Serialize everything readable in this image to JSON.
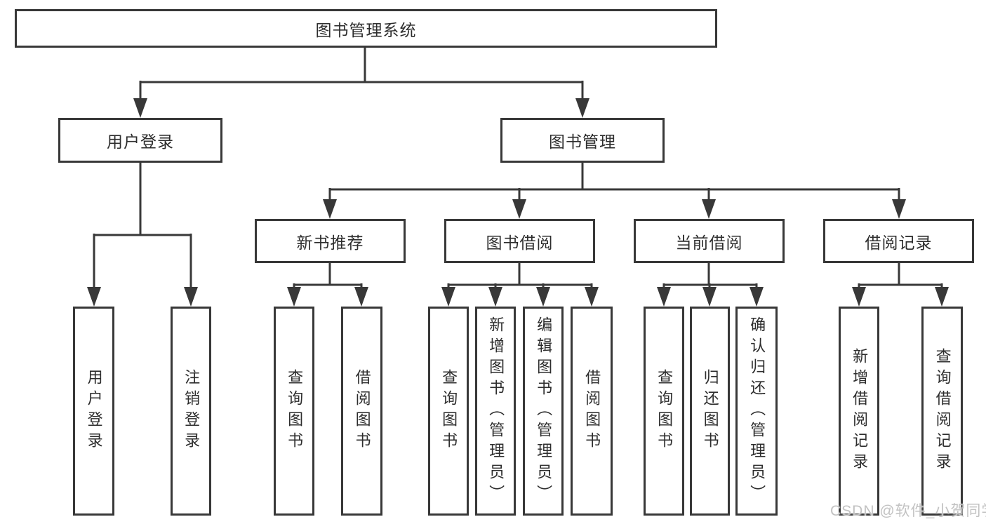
{
  "tree": {
    "label": "图书管理系统",
    "children": [
      {
        "label": "用户登录",
        "children": [
          {
            "label": "用户登录"
          },
          {
            "label": "注销登录"
          }
        ]
      },
      {
        "label": "图书管理",
        "children": [
          {
            "label": "新书推荐",
            "children": [
              {
                "label": "查询图书"
              },
              {
                "label": "借阅图书"
              }
            ]
          },
          {
            "label": "图书借阅",
            "children": [
              {
                "label": "查询图书"
              },
              {
                "label": "新增图书（管理员）"
              },
              {
                "label": "编辑图书（管理员）"
              },
              {
                "label": "借阅图书"
              }
            ]
          },
          {
            "label": "当前借阅",
            "children": [
              {
                "label": "查询图书"
              },
              {
                "label": "归还图书"
              },
              {
                "label": "确认归还（管理员）"
              }
            ]
          },
          {
            "label": "借阅记录",
            "children": [
              {
                "label": "新增借阅记录"
              },
              {
                "label": "查询借阅记录"
              }
            ]
          }
        ]
      }
    ]
  },
  "watermark": {
    "text": "CSDN @软件_小贺同学"
  },
  "colors": {
    "line": "#383838",
    "text": "#2d2d2d",
    "watermark": "#c2c2c2",
    "background": "#ffffff"
  }
}
